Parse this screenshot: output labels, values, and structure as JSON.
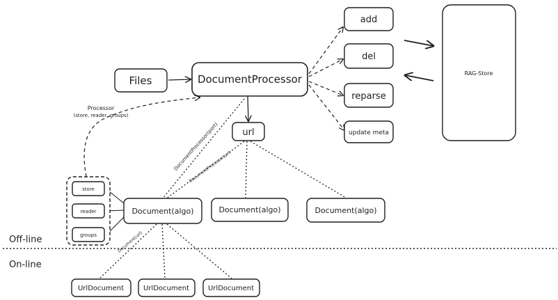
{
  "nodes": {
    "files": "Files",
    "document_processor": "DocumentProcessor",
    "add": "add",
    "del": "del",
    "reparse": "reparse",
    "update_meta": "update meta",
    "rag_store": "RAG-Store",
    "url": "url",
    "store": "store",
    "reader": "reader",
    "groups": "groups",
    "document_algo_1": "Document(algo)",
    "document_algo_2": "Document(algo)",
    "document_algo_3": "Document(algo)",
    "url_document_1": "UrlDocument",
    "url_document_2": "UrlDocument",
    "url_document_3": "UrlDocument"
  },
  "edge_labels": {
    "processor_line1": "Processor",
    "processor_line2": "(store, reader, groups)",
    "document_processor_port": "DocumentProcessor(port)",
    "document_processor_url": "DocumentProcessor(url)",
    "document_url": "Document(url)"
  },
  "regions": {
    "offline": "Off-line",
    "online": "On-line"
  }
}
